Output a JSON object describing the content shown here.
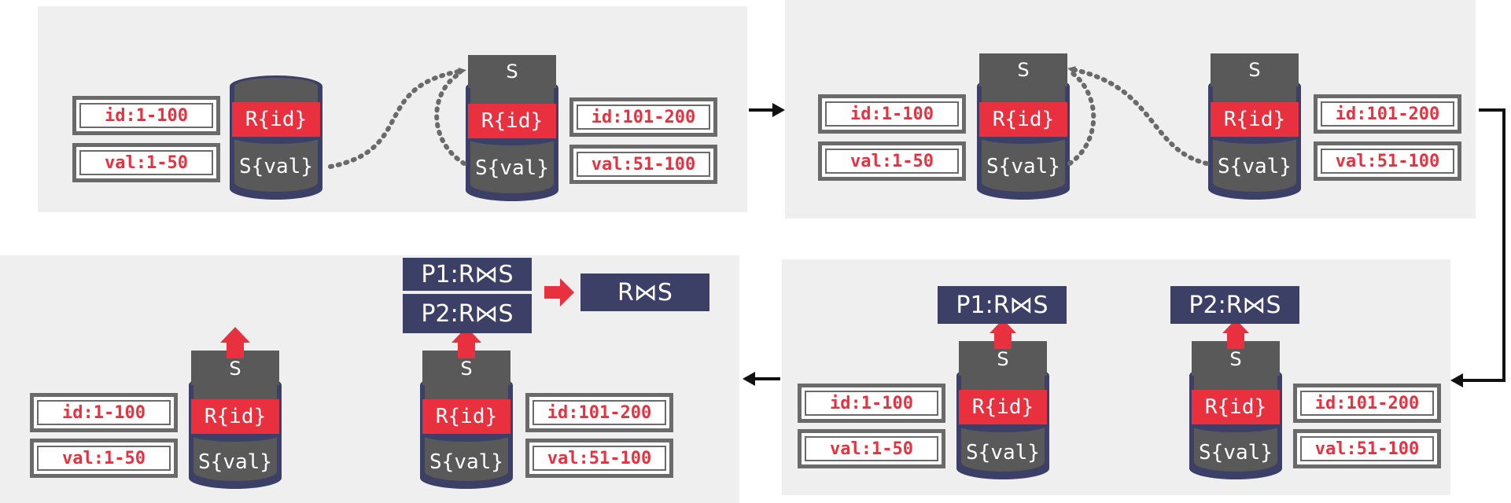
{
  "labels": {
    "id_a": "id:1-100",
    "val_a": "val:1-50",
    "id_b": "id:101-200",
    "val_b": "val:51-100",
    "r_table": "R{id}",
    "s_table": "S{val}",
    "s_copy": "S"
  },
  "results": {
    "p1": "P1:R⋈S",
    "p2": "P2:R⋈S",
    "final": "R⋈S"
  },
  "colors": {
    "red": "#e8303e",
    "navy": "#3c3f66",
    "gray": "#595959",
    "panel": "#efefef"
  }
}
